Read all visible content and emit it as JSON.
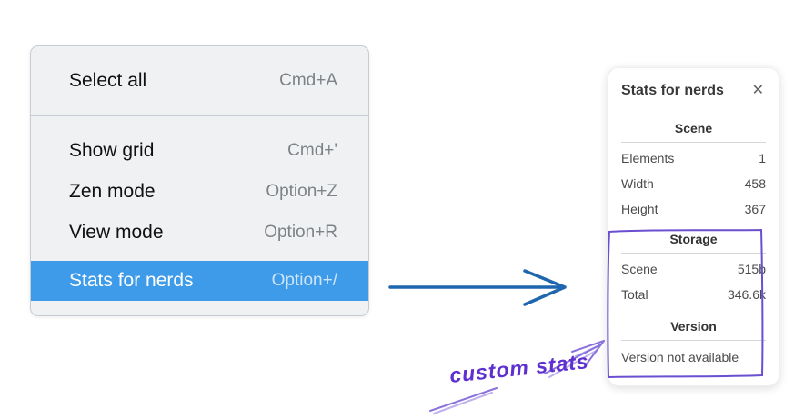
{
  "menu": {
    "items": [
      {
        "label": "Select all",
        "shortcut": "Cmd+A"
      },
      {
        "label": "Show grid",
        "shortcut": "Cmd+'"
      },
      {
        "label": "Zen mode",
        "shortcut": "Option+Z"
      },
      {
        "label": "View mode",
        "shortcut": "Option+R"
      },
      {
        "label": "Stats for nerds",
        "shortcut": "Option+/"
      }
    ],
    "highlighted_item": "Stats for nerds",
    "colors": {
      "highlight_bg": "#3d9be9"
    }
  },
  "stats_panel": {
    "title": "Stats for nerds",
    "close_icon": "✕",
    "sections": [
      {
        "heading": "Scene",
        "rows": [
          {
            "label": "Elements",
            "value": "1"
          },
          {
            "label": "Width",
            "value": "458"
          },
          {
            "label": "Height",
            "value": "367"
          }
        ]
      },
      {
        "heading": "Storage",
        "rows": [
          {
            "label": "Scene",
            "value": "515b"
          },
          {
            "label": "Total",
            "value": "346.6k"
          }
        ]
      },
      {
        "heading": "Version",
        "note": "Version not available"
      }
    ]
  },
  "annotations": {
    "custom_stats_label": "custom stats",
    "colors": {
      "blue_arrow": "#1e66ae",
      "purple_box": "#6a4fd1",
      "purple_arrow": "#8b72dd",
      "label_text": "#5e30d0"
    }
  }
}
